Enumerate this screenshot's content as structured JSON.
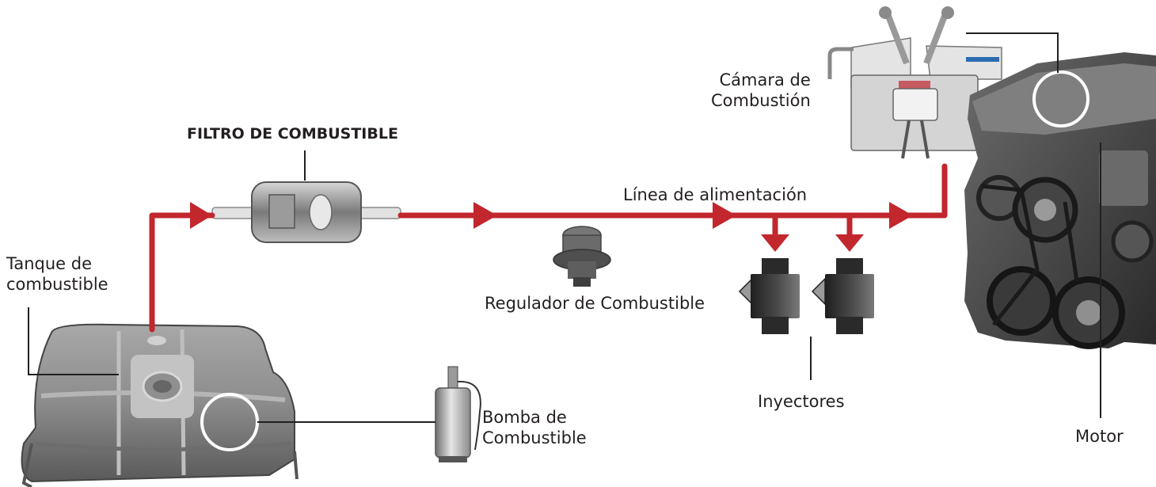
{
  "labels": {
    "tank_line1": "Tanque de",
    "tank_line2": "combustible",
    "filter": "FILTRO DE COMBUSTIBLE",
    "feed_line": "Línea de alimentación",
    "regulator": "Regulador de Combustible",
    "pump_line1": "Bomba de",
    "pump_line2": "Combustible",
    "injectors": "Inyectores",
    "chamber_line1": "Cámara de",
    "chamber_line2": "Combustión",
    "engine": "Motor"
  },
  "colors": {
    "fuel_line": "#c1272d",
    "leader_line": "#231f20",
    "component_dark": "#3a3a3a",
    "component_mid": "#8a8a8a",
    "component_light": "#c8c8c8"
  },
  "icons": [
    "fuel-tank-icon",
    "fuel-filter-icon",
    "fuel-pressure-regulator-icon",
    "fuel-pump-icon",
    "fuel-injector-icon",
    "combustion-chamber-icon",
    "engine-icon"
  ]
}
